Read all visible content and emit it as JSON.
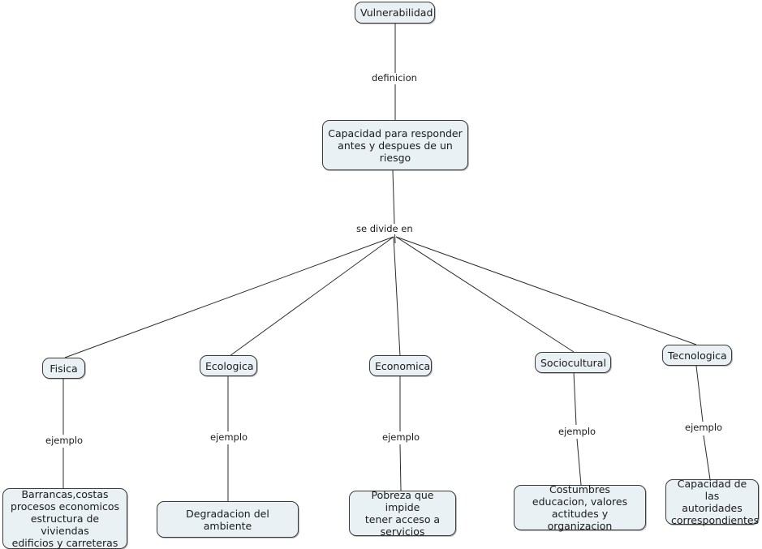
{
  "diagram": {
    "title": "Vulnerabilidad - mapa conceptual",
    "colors": {
      "node_fill": "#eaf1f4",
      "node_border": "#3b3b3b",
      "edge": "#2b2b2b",
      "text": "#1b1b1b",
      "background": "#ffffff"
    },
    "nodes": {
      "root": {
        "label": "Vulnerabilidad"
      },
      "definition": {
        "label": "Capacidad para responder\nantes y despues de un\nriesgo"
      },
      "cat_fisica": {
        "label": "Fisica"
      },
      "cat_ecologica": {
        "label": "Ecologica"
      },
      "cat_economica": {
        "label": "Economica"
      },
      "cat_sociocultural": {
        "label": "Sociocultural"
      },
      "cat_tecnologica": {
        "label": "Tecnologica"
      },
      "ex_fisica": {
        "label": "Barrancas,costas\nprocesos economicos\nestructura de viviendas\nedificios y carreteras"
      },
      "ex_ecologica": {
        "label": "Degradacion del ambiente"
      },
      "ex_economica": {
        "label": "Pobreza que impide\ntener acceso a\nservicios"
      },
      "ex_sociocultural": {
        "label": "Costumbres\neducacion, valores\nactitudes y organizacion"
      },
      "ex_tecnologica": {
        "label": "Capacidad de las\nautoridades\ncorrespondientes"
      }
    },
    "link_labels": {
      "definicion": "definicion",
      "se_divide_en": "se divide en",
      "ejemplo_fisica": "ejemplo",
      "ejemplo_ecologica": "ejemplo",
      "ejemplo_economica": "ejemplo",
      "ejemplo_sociocultural": "ejemplo",
      "ejemplo_tecnologica": "ejemplo"
    }
  }
}
